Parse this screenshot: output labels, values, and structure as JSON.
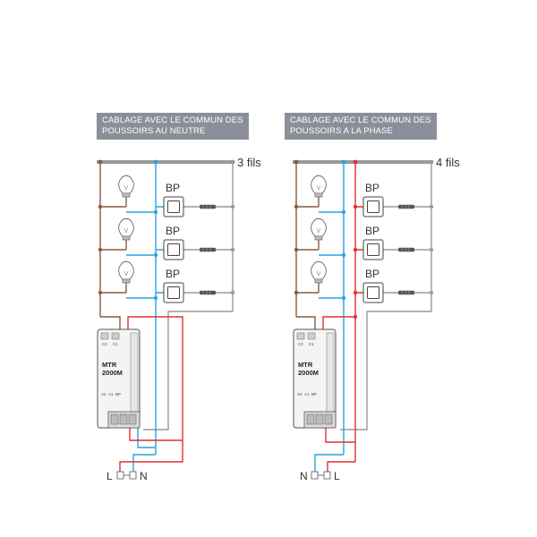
{
  "diagrams": [
    {
      "title_line1": "CABLAGE AVEC LE COMMUN DES",
      "title_line2": "POUSSOIRS AU NEUTRE",
      "wire_count_label": "3 fils",
      "button_labels": [
        "BP",
        "BP",
        "BP"
      ],
      "module_name_line1": "MTR",
      "module_name_line2": "2000M",
      "terminals_top": [
        "C2",
        "C1"
      ],
      "terminals_bottom": [
        "A2",
        "A1",
        "BP"
      ],
      "supply_left": "L",
      "supply_right": "N"
    },
    {
      "title_line1": "CABLAGE AVEC LE COMMUN DES",
      "title_line2": "POUSSOIRS A LA PHASE",
      "wire_count_label": "4 fils",
      "button_labels": [
        "BP",
        "BP",
        "BP"
      ],
      "module_name_line1": "MTR",
      "module_name_line2": "2000M",
      "terminals_top": [
        "C2",
        "C1"
      ],
      "terminals_bottom": [
        "A2",
        "A1",
        "BP"
      ],
      "supply_left": "N",
      "supply_right": "L"
    }
  ],
  "colors": {
    "brown": "#8b5a3c",
    "blue": "#29a3e0",
    "red": "#e0312e",
    "gray": "#999999",
    "conduit": "#9a9a9a",
    "title_bg": "#8a8f99"
  }
}
